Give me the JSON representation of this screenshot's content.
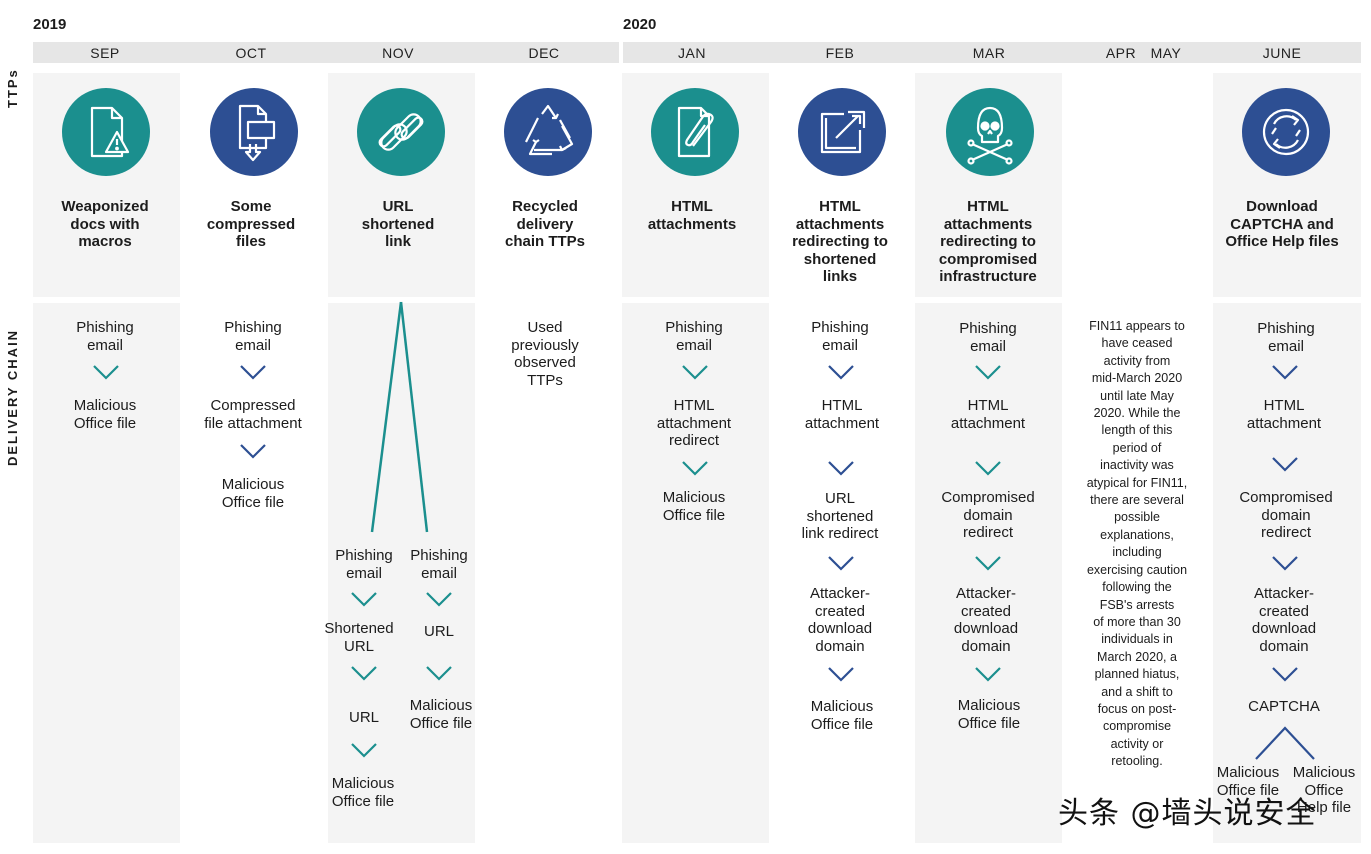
{
  "years": {
    "y2019": "2019",
    "y2020": "2020"
  },
  "side_labels": {
    "ttps": "TTPs",
    "delivery": "DELIVERY CHAIN"
  },
  "months": {
    "sep": "SEP",
    "oct": "OCT",
    "nov": "NOV",
    "dec": "DEC",
    "jan": "JAN",
    "feb": "FEB",
    "mar": "MAR",
    "apr": "APR",
    "may": "MAY",
    "june": "JUNE"
  },
  "colors": {
    "teal": "#1b8f8e",
    "blue": "#2d4f93",
    "column_bg": "#f4f4f4",
    "month_bar": "#e6e6e6"
  },
  "ttps": {
    "sep": {
      "icon": "document-warning-icon",
      "l1": "Weaponized",
      "l2": "docs with",
      "l3": "macros"
    },
    "oct": {
      "icon": "compressed-file-icon",
      "l1": "Some",
      "l2": "compressed",
      "l3": "files"
    },
    "nov": {
      "icon": "chain-link-icon",
      "l1": "URL",
      "l2": "shortened",
      "l3": "link"
    },
    "dec": {
      "icon": "recycle-icon",
      "l1": "Recycled",
      "l2": "delivery",
      "l3": "chain TTPs"
    },
    "jan": {
      "icon": "paperclip-document-icon",
      "l1": "HTML",
      "l2": "attachments"
    },
    "feb": {
      "icon": "redirect-arrow-icon",
      "l1": "HTML",
      "l2": "attachments",
      "l3": "redirecting to",
      "l4": "shortened",
      "l5": "links"
    },
    "mar": {
      "icon": "skull-crossbones-icon",
      "l1": "HTML",
      "l2": "attachments",
      "l3": "redirecting to",
      "l4": "compromised",
      "l5": "infrastructure"
    },
    "june": {
      "icon": "refresh-cycle-icon",
      "l1": "Download",
      "l2": "CAPTCHA and",
      "l3": "Office Help files"
    }
  },
  "chains": {
    "sep": {
      "s1a": "Phishing",
      "s1b": "email",
      "s2a": "Malicious",
      "s2b": "Office file"
    },
    "oct": {
      "s1a": "Phishing",
      "s1b": "email",
      "s2a": "Compressed",
      "s2b": "file attachment",
      "s3a": "Malicious",
      "s3b": "Office file"
    },
    "nov_left": {
      "s1a": "Phishing",
      "s1b": "email",
      "s2a": "Shortened",
      "s2b": "URL",
      "s3": "URL",
      "s4a": "Malicious",
      "s4b": "Office file"
    },
    "nov_right": {
      "s1a": "Phishing",
      "s1b": "email",
      "s2": "URL",
      "s3a": "Malicious",
      "s3b": "Office file"
    },
    "dec": {
      "s1a": "Used",
      "s1b": "previously",
      "s1c": "observed",
      "s1d": "TTPs"
    },
    "jan": {
      "s1a": "Phishing",
      "s1b": "email",
      "s2a": "HTML",
      "s2b": "attachment",
      "s2c": "redirect",
      "s3a": "Malicious",
      "s3b": "Office file"
    },
    "feb": {
      "s1a": "Phishing",
      "s1b": "email",
      "s2a": "HTML",
      "s2b": "attachment",
      "s3a": "URL",
      "s3b": "shortened",
      "s3c": "link redirect",
      "s4a": "Attacker-",
      "s4b": "created",
      "s4c": "download",
      "s4d": "domain",
      "s5a": "Malicious",
      "s5b": "Office file"
    },
    "mar": {
      "s1a": "Phishing",
      "s1b": "email",
      "s2a": "HTML",
      "s2b": "attachment",
      "s3a": "Compromised",
      "s3b": "domain",
      "s3c": "redirect",
      "s4a": "Attacker-",
      "s4b": "created",
      "s4c": "download",
      "s4d": "domain",
      "s5a": "Malicious",
      "s5b": "Office file"
    },
    "june": {
      "s1a": "Phishing",
      "s1b": "email",
      "s2a": "HTML",
      "s2b": "attachment",
      "s3a": "Compromised",
      "s3b": "domain",
      "s3c": "redirect",
      "s4a": "Attacker-",
      "s4b": "created",
      "s4c": "download",
      "s4d": "domain",
      "s5": "CAPTCHA",
      "s6a": "Malicious",
      "s6b": "Office file",
      "s7a": "Malicious",
      "s7b": "Office",
      "s7c": "Help file"
    }
  },
  "apr_may_note": [
    "FIN11 appears to",
    "have ceased",
    "activity from",
    "mid-March 2020",
    "until late May",
    "2020. While the",
    "length of this",
    "period of",
    "inactivity was",
    "atypical for FIN11,",
    "there are several",
    "possible",
    "explanations,",
    "including",
    "exercising caution",
    "following the",
    "FSB's arrests",
    "of more than 30",
    "individuals in",
    "March 2020, a",
    "planned hiatus,",
    "and a shift to",
    "focus on post-",
    "compromise",
    "activity or",
    "retooling."
  ],
  "watermark": "头条 @墙头说安全"
}
